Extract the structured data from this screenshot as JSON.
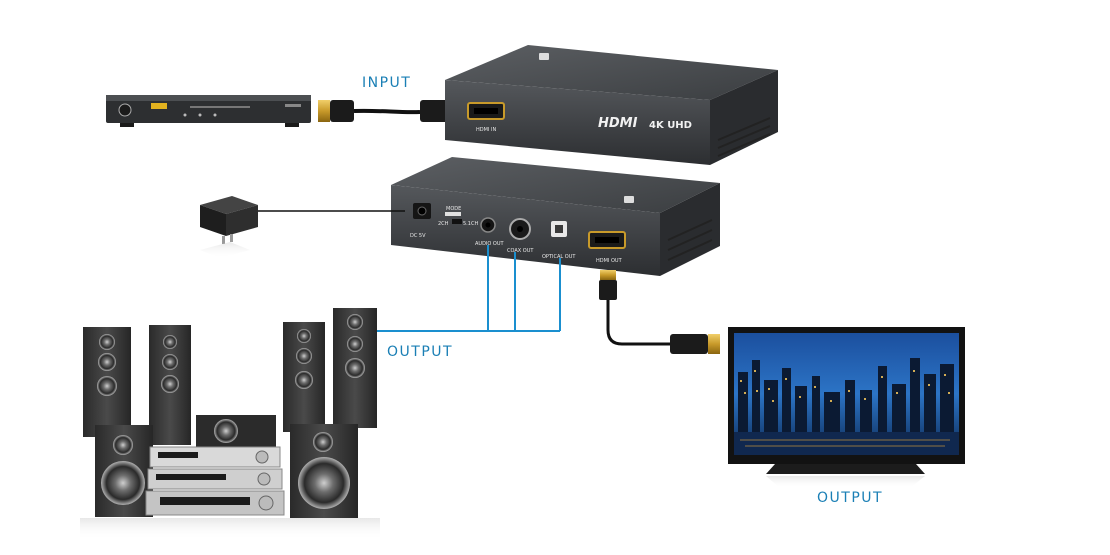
{
  "labels": {
    "input": "INPUT",
    "output_speakers": "OUTPUT",
    "output_tv": "OUTPUT"
  },
  "branding": {
    "hdmi_logo": "HDMI",
    "uhd_logo": "4K UHD"
  },
  "ports": {
    "hdmi_in": "HDMI IN",
    "dc": "DC 5V",
    "switch_title": "MODE",
    "switch_left": "2CH",
    "switch_right": "5.1CH",
    "audio_out": "AUDIO OUT",
    "coax_out": "COAX OUT",
    "optical_out": "OPTICAL OUT",
    "hdmi_out": "HDMI OUT"
  },
  "colors": {
    "label": "#1a7fb5",
    "wire": "#1a8fcf",
    "cable": "#111111",
    "device_body": "#3a3d40",
    "device_top": "#4a4d50",
    "gold": "#c89a2a"
  },
  "icons": {
    "source": "dvd-player-icon",
    "power": "power-adapter-icon",
    "speakers": "home-theater-speakers-icon",
    "tv": "television-icon"
  }
}
